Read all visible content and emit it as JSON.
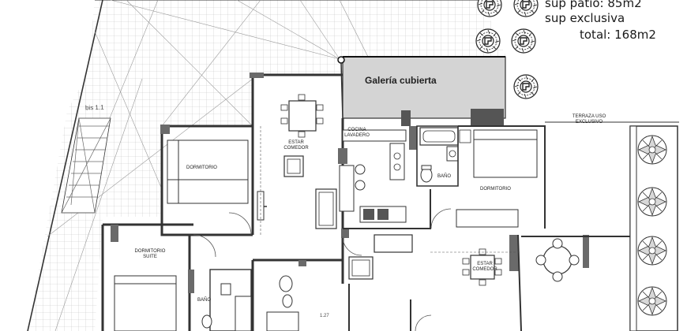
{
  "areas": {
    "patio": "sup patio: 85m2",
    "exclusiva": "sup exclusiva",
    "total": "total: 168m2"
  },
  "labels": {
    "galeria": "Galería cubierta",
    "terraza_line1": "TERRAZA USO",
    "terraza_line2": "EXCLUSIVO",
    "estar_left_1": "ESTAR",
    "estar_left_2": "COMEDOR",
    "cocina_1": "COCINA",
    "cocina_2": "LAVADERO",
    "dormitorio_left": "DORMITORIO",
    "dormitorio_right": "DORMITORIO",
    "suite_1": "DORMITORIO",
    "suite_2": "SUITE",
    "bano_right": "BAÑO",
    "bano_left": "BAÑO",
    "estar_right_1": "ESTAR",
    "estar_right_2": "COMEDOR",
    "dim_top": "bis 1.1",
    "dim_bottom": "1.27"
  },
  "colors": {
    "gallery_fill": "#d4d4d4",
    "wall_fill": "#6a6a6a",
    "line": "#333333",
    "grid": "#c4c4c4"
  },
  "icons": [
    "tree-icon",
    "dining-table-icon",
    "sofa-icon",
    "bed-icon",
    "toilet-icon",
    "bathtub-icon",
    "sink-icon"
  ]
}
